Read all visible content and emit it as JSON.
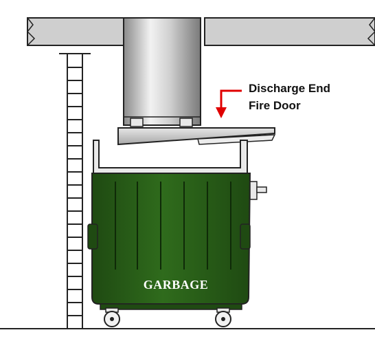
{
  "labels": {
    "callout_line1": "Discharge End",
    "callout_line2": "Fire Door",
    "bin_text": "GARBAGE"
  },
  "colors": {
    "bin_green": "#2f6b1c",
    "bin_dark": "#1f4a12",
    "chute_metal": "#c9c9c9",
    "slab_gray": "#cfcfcf",
    "arrow_red": "#e00000",
    "outline": "#222222"
  },
  "icons": {
    "arrow": "down-arrow-icon"
  }
}
